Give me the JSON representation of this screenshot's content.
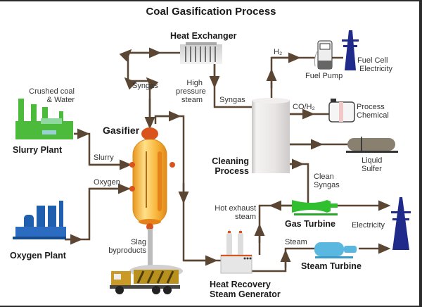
{
  "title": "Coal Gasification Process",
  "colors": {
    "pipe": "#5a4632",
    "gasifier": "#f5b93a",
    "gasifier_nozzle": "#d9541c",
    "slurry_plant": "#4cbb3c",
    "oxygen_plant": "#1f5fad",
    "tower": "#1f2a8a",
    "gas_turbine": "#2fbf2f",
    "steam_turbine": "#5ab8e0",
    "cleaning": "#e6e2e2"
  },
  "components": {
    "gasifier": "Gasifier",
    "heat_exchanger": "Heat Exchanger",
    "slurry_plant": "Slurry Plant",
    "slurry_plant_input": [
      "Crushed coal",
      "& Water"
    ],
    "oxygen_plant": "Oxygen Plant",
    "cleaning_process": [
      "Cleaning",
      "Process"
    ],
    "fuel_pump": "Fuel Pump",
    "fuel_cell": [
      "Fuel Cell",
      "Electricity"
    ],
    "process_chemical": [
      "Process",
      "Chemical"
    ],
    "liquid_sulfer": [
      "Liquid",
      "Sulfer"
    ],
    "gas_turbine": "Gas Turbine",
    "steam_turbine": "Steam Turbine",
    "hrsg": [
      "Heat Recovery",
      "Steam Generator"
    ],
    "electricity": "Electricity"
  },
  "flows": {
    "syngas_up": "Syngas",
    "high_pressure_steam": [
      "High",
      "pressure",
      "steam"
    ],
    "syngas_to_cleaning": "Syngas",
    "slurry": "Slurry",
    "oxygen": "Oxygen",
    "slag": [
      "Slag",
      "byproducts"
    ],
    "h2": "H₂",
    "co_h2": "CO/H₂",
    "clean_syngas": [
      "Clean",
      "Syngas"
    ],
    "hot_exhaust": [
      "Hot exhaust",
      "steam"
    ],
    "steam": "Steam"
  }
}
